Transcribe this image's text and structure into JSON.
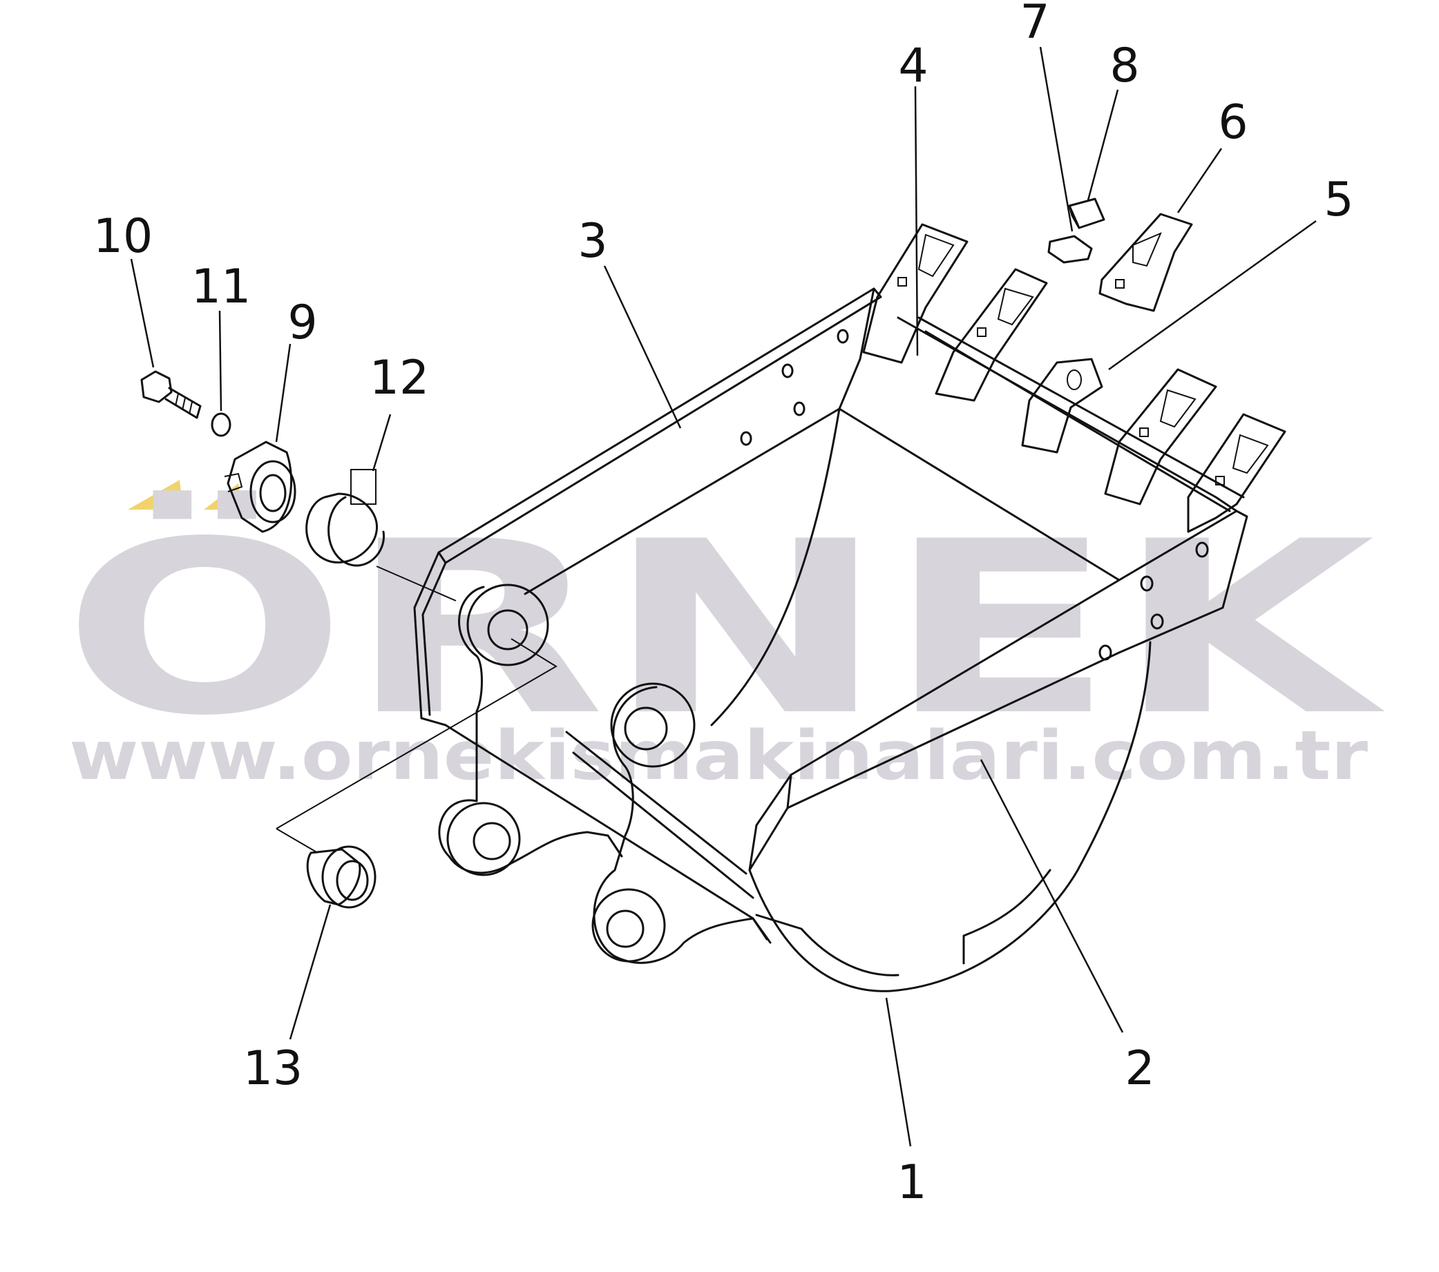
{
  "watermark": {
    "brand": "ÖRNEK",
    "url": "www.ornekismakinalari.com.tr",
    "brand_color": "#d7d5db",
    "accent_color": "#f2d36b"
  },
  "callouts": [
    {
      "id": "1",
      "label": "1"
    },
    {
      "id": "2",
      "label": "2"
    },
    {
      "id": "3",
      "label": "3"
    },
    {
      "id": "4",
      "label": "4"
    },
    {
      "id": "5",
      "label": "5"
    },
    {
      "id": "6",
      "label": "6"
    },
    {
      "id": "7",
      "label": "7"
    },
    {
      "id": "8",
      "label": "8"
    },
    {
      "id": "9",
      "label": "9"
    },
    {
      "id": "10",
      "label": "10"
    },
    {
      "id": "11",
      "label": "11"
    },
    {
      "id": "12",
      "label": "12"
    },
    {
      "id": "13",
      "label": "13"
    }
  ]
}
